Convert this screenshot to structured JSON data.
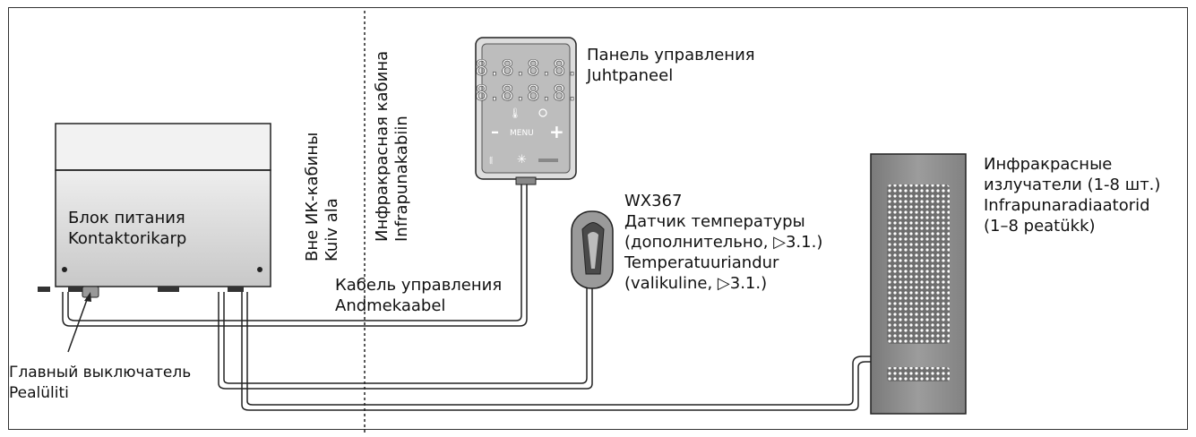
{
  "labels": {
    "power_unit": [
      "Блок питания",
      "Kontaktorikarp"
    ],
    "control_panel": [
      "Панель управления",
      "Juhtpaneel"
    ],
    "sensor": [
      "WX367",
      "Датчик температуры",
      "(дополнительно, ▷3.1.)",
      "Temperatuuriandur",
      "(valikuline, ▷3.1.)"
    ],
    "radiators": [
      "Инфракрасные",
      "излучатели (1-8 шт.)",
      "Infrapunaradiaatorid",
      "(1–8 peatükk)"
    ],
    "control_cable": [
      "Кабель управления",
      "Andmekaabel"
    ],
    "main_switch": [
      "Главный выключатель",
      "Pealüliti"
    ],
    "outside_zone": [
      "Вне ИК-кабины",
      "Kuiv ala"
    ],
    "inside_zone": [
      "Инфракрасная кабина",
      "Infrapunakabiin"
    ]
  },
  "panel_display": {
    "digits_top": "8.8.8.8.",
    "digits_bottom": "8.8.8.8.",
    "minus": "–",
    "menu": "MENU",
    "plus": "+"
  },
  "colors": {
    "line": "#222222",
    "box_light": "#e6e6e6",
    "box_dark": "#9a9a9a",
    "radiator": "#8a8a8a"
  }
}
